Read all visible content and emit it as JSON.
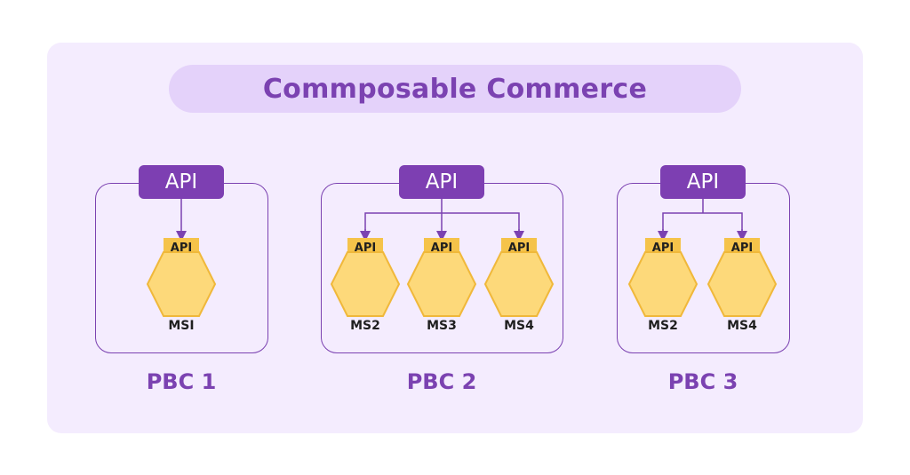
{
  "title": "Commposable Commerce",
  "colors": {
    "purple": "#7b42b1",
    "api_box": "#7d3fb2",
    "panel_bg": "#f4ecfe",
    "title_bg": "#e4d2fa",
    "hex_fill": "#fdd97a",
    "hex_stroke": "#f0b83a",
    "ms_api_fill": "#f5c34a"
  },
  "pbcs": [
    {
      "label": "PBC 1",
      "api_label": "API",
      "services": [
        {
          "api_label": "API",
          "label": "MSI"
        }
      ]
    },
    {
      "label": "PBC 2",
      "api_label": "API",
      "services": [
        {
          "api_label": "API",
          "label": "MS2"
        },
        {
          "api_label": "API",
          "label": "MS3"
        },
        {
          "api_label": "API",
          "label": "MS4"
        }
      ]
    },
    {
      "label": "PBC 3",
      "api_label": "API",
      "services": [
        {
          "api_label": "API",
          "label": "MS2"
        },
        {
          "api_label": "API",
          "label": "MS4"
        }
      ]
    }
  ]
}
